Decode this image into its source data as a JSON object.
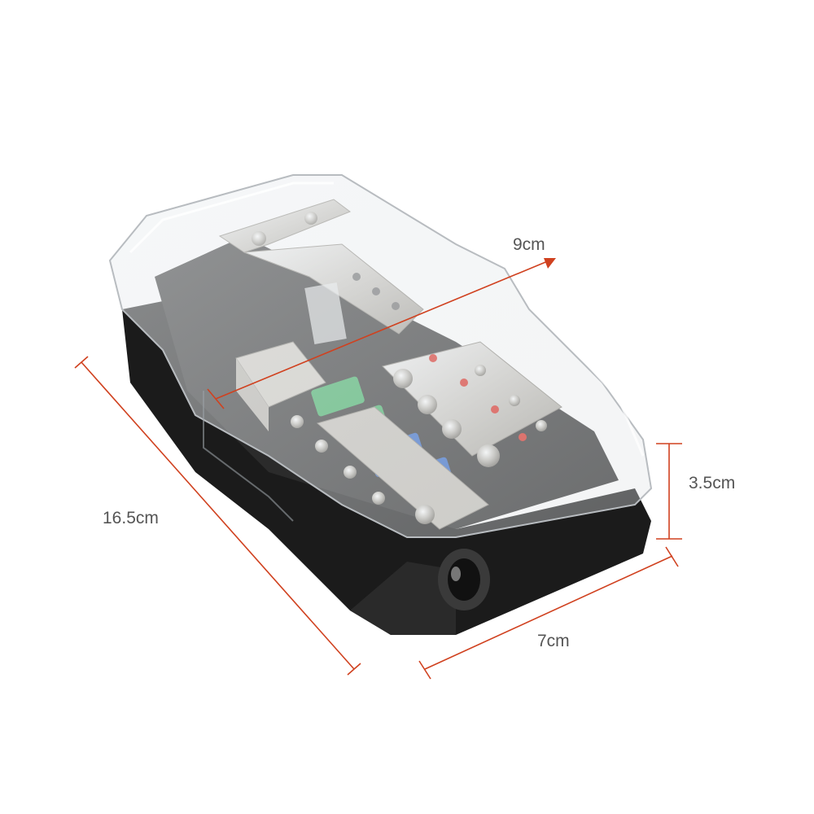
{
  "image": {
    "subject": "fuse distribution block with clear cover",
    "fuse_colors": {
      "green": "#3ec46a",
      "blue": "#2f6fe0"
    },
    "led_color": "#d8261b",
    "dimension_line_color": "#d0411f"
  },
  "dimensions": {
    "length": "16.5cm",
    "diagonal": "9cm",
    "height": "3.5cm",
    "width": "7cm"
  }
}
